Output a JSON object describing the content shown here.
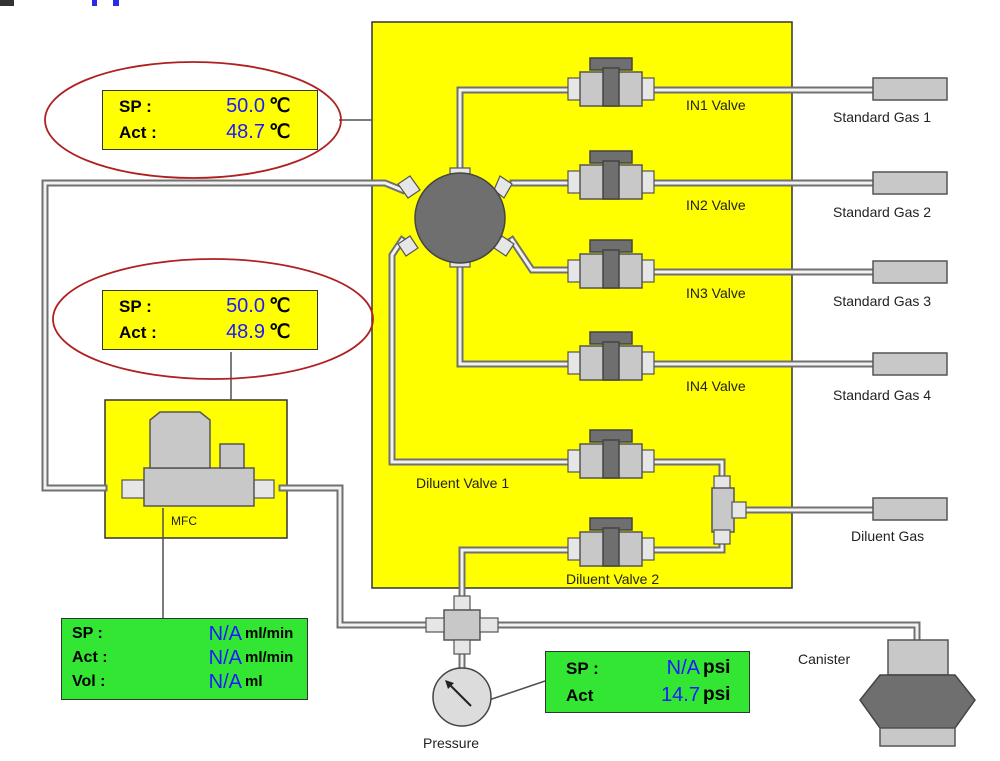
{
  "temp_panel_top": {
    "sp_label": "SP :",
    "sp_value": "50.0",
    "sp_unit": "℃",
    "act_label": "Act :",
    "act_value": "48.7",
    "act_unit": "℃"
  },
  "temp_panel_mfc": {
    "sp_label": "SP :",
    "sp_value": "50.0",
    "sp_unit": "℃",
    "act_label": "Act :",
    "act_value": "48.9",
    "act_unit": "℃"
  },
  "flow_panel": {
    "sp_label": "SP :",
    "sp_value": "N/A",
    "sp_unit": "ml/min",
    "act_label": "Act :",
    "act_value": "N/A",
    "act_unit": "ml/min",
    "vol_label": "Vol :",
    "vol_value": "N/A",
    "vol_unit": "ml"
  },
  "pressure_panel": {
    "sp_label": "SP :",
    "sp_value": "N/A",
    "sp_unit": "psi",
    "act_label": "Act",
    "act_value": "14.7",
    "act_unit": "psi"
  },
  "labels": {
    "in1_valve": "IN1 Valve",
    "in2_valve": "IN2 Valve",
    "in3_valve": "IN3 Valve",
    "in4_valve": "IN4 Valve",
    "diluent_valve_1": "Diluent Valve 1",
    "diluent_valve_2": "Diluent Valve 2",
    "standard_gas_1": "Standard Gas 1",
    "standard_gas_2": "Standard Gas 2",
    "standard_gas_3": "Standard Gas 3",
    "standard_gas_4": "Standard Gas 4",
    "diluent_gas": "Diluent Gas",
    "mfc": "MFC",
    "pressure": "Pressure",
    "canister": "Canister"
  },
  "colors": {
    "panel_yellow": "#ffff00",
    "panel_green": "#33e633",
    "value_blue": "#1a1aff",
    "highlight_ellipse": "#b02020"
  }
}
